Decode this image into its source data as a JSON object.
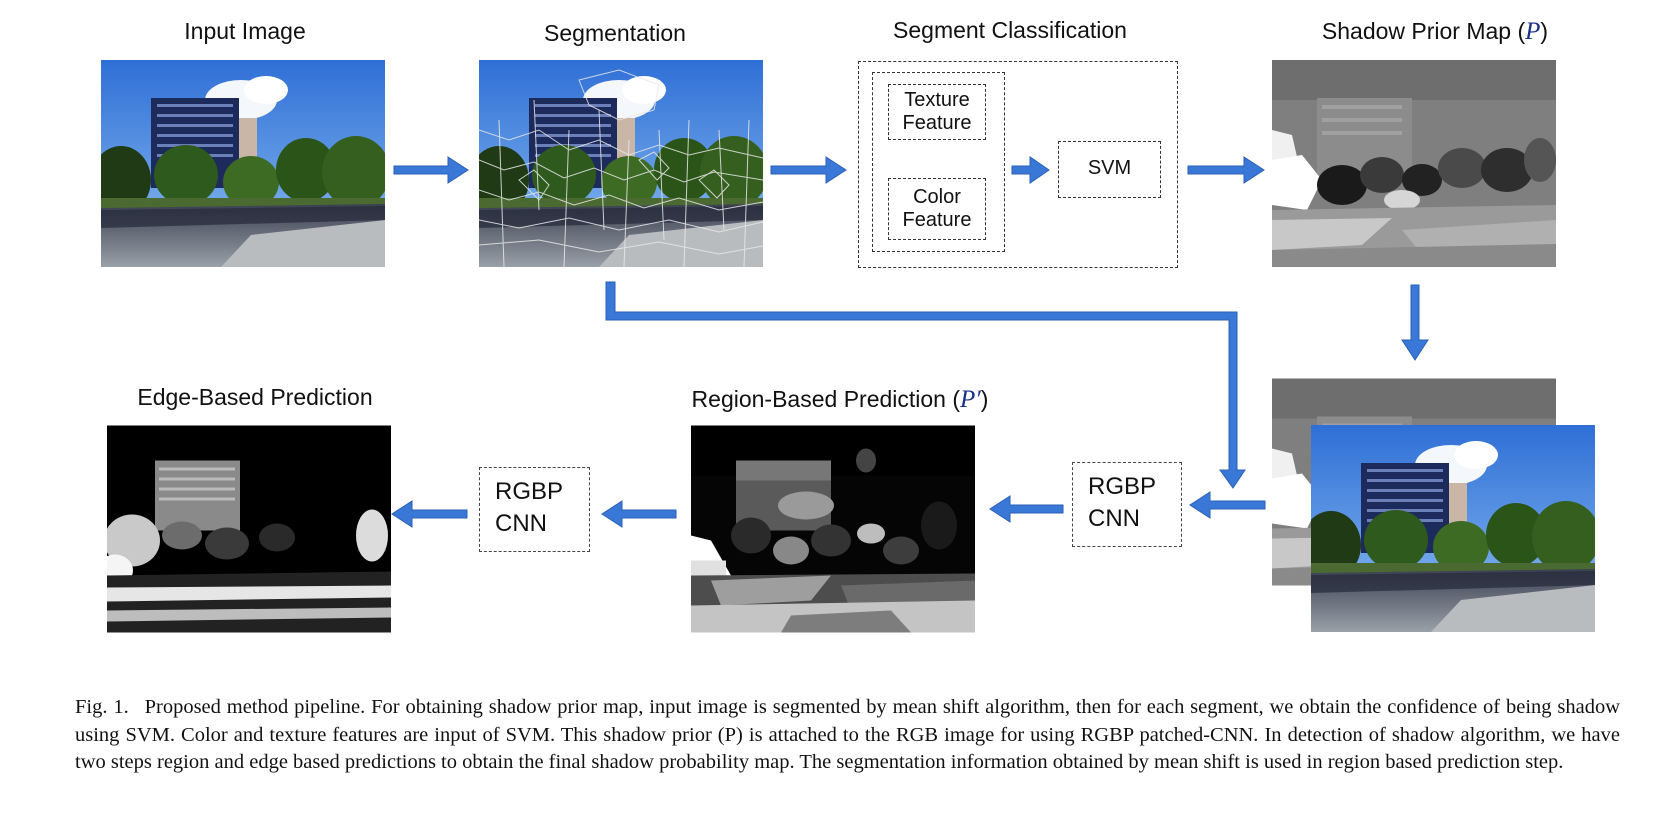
{
  "labels": {
    "input_image": "Input Image",
    "segmentation": "Segmentation",
    "segment_classification": "Segment Classification",
    "shadow_prior_map": "Shadow Prior Map (",
    "shadow_prior_symbol": "P",
    "shadow_prior_close": ")",
    "edge_based": "Edge-Based Prediction",
    "region_based": "Region-Based Prediction (",
    "region_based_symbol": "P′",
    "region_based_close": ")"
  },
  "classification": {
    "texture_line1": "Texture",
    "texture_line2": "Feature",
    "color_line1": "Color",
    "color_line2": "Feature",
    "svm": "SVM"
  },
  "cnn_boxes": {
    "right_line1": "RGBP",
    "right_line2": "CNN",
    "left_line1": "RGBP",
    "left_line2": "CNN"
  },
  "caption": {
    "fig_label": "Fig. 1.",
    "text": "Proposed method pipeline. For obtaining shadow prior map, input image is segmented by mean shift algorithm, then for each segment, we obtain the confidence of being shadow using SVM. Color and texture features are input of SVM. This shadow prior (P) is attached to the RGB image for using RGBP patched-CNN. In detection of shadow algorithm, we have two steps region and edge based predictions to obtain the final shadow probability map. The segmentation information obtained by mean shift is used in region based prediction step."
  },
  "colors": {
    "arrow": "#3a78d8",
    "arrow_stroke": "#2a5fb5"
  }
}
